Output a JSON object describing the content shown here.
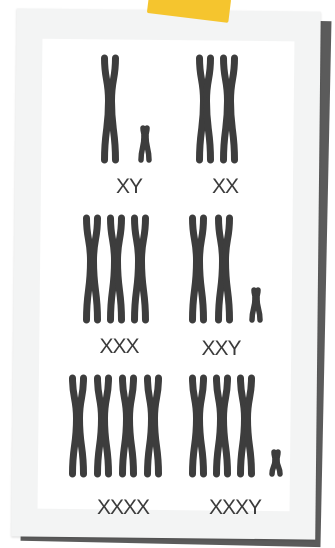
{
  "colors": {
    "chromosome": "#3d3d3d",
    "label": "#3b3b3b",
    "tape": "#f4c223",
    "card": "#f3f4f4",
    "shadow": "#3e3e3e"
  },
  "karyotypes": [
    {
      "label": "XY",
      "x_count": 1,
      "y_count": 1
    },
    {
      "label": "XX",
      "x_count": 2,
      "y_count": 0
    },
    {
      "label": "XXX",
      "x_count": 3,
      "y_count": 0
    },
    {
      "label": "XXY",
      "x_count": 2,
      "y_count": 1
    },
    {
      "label": "XXXX",
      "x_count": 4,
      "y_count": 0
    },
    {
      "label": "XXXY",
      "x_count": 3,
      "y_count": 1
    }
  ]
}
